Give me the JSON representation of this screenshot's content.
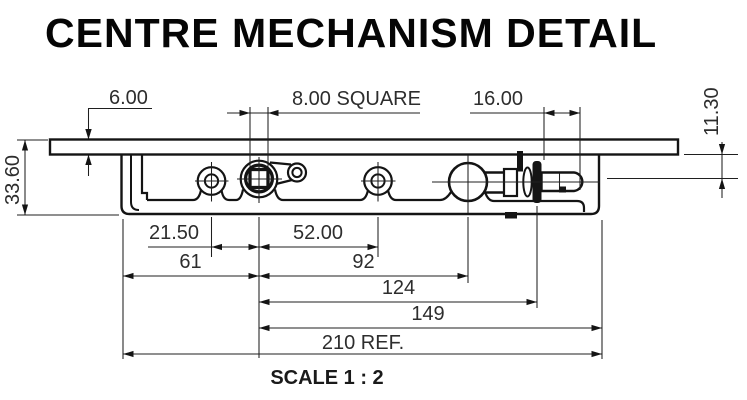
{
  "title": "CENTRE MECHANISM DETAIL",
  "scale_label": "SCALE 1 : 2",
  "colors": {
    "ink": "#141414",
    "dim_text": "#2d2d2d"
  },
  "dims": {
    "plate_thickness": "6.00",
    "square_spindle": "8.00 SQUARE",
    "spindle_projection": "16.00",
    "axis_depth": "11.30",
    "overall_height": "33.60",
    "boss_to_spindle": "21.50",
    "spindle_to_boss": "52.00",
    "end_to_spindle": "61",
    "spindle_to_roller": "92",
    "spindle_to_clip": "124",
    "spindle_to_case_end": "149",
    "overall_length": "210 REF."
  }
}
